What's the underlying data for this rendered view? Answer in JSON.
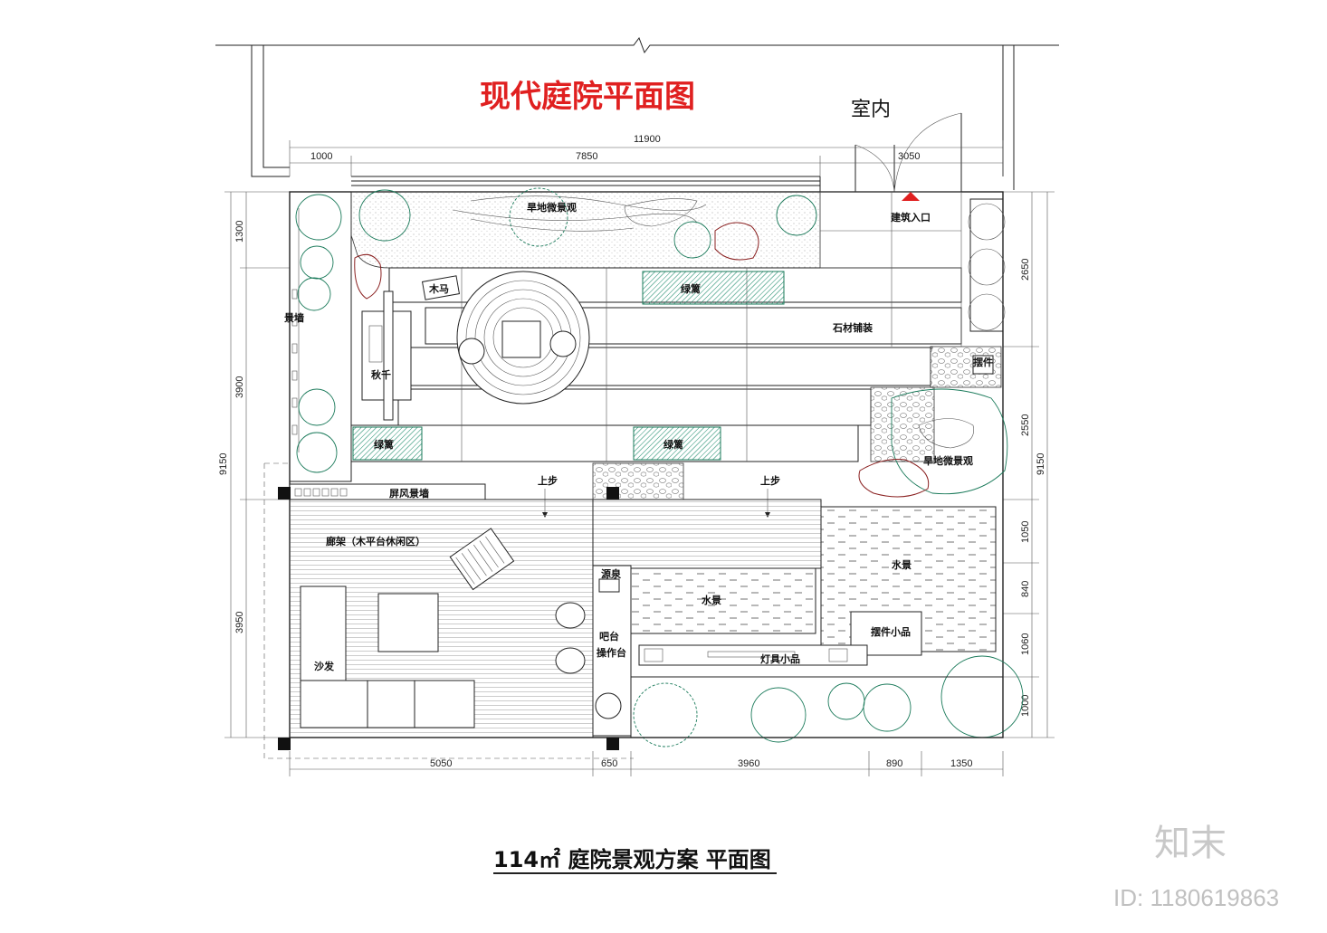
{
  "title": "现代庭院平面图",
  "indoor_label": "室内",
  "main_title": "114㎡ 庭院景观方案 平面图",
  "watermark": {
    "brand": "知末",
    "id": "ID: 1180619863"
  },
  "dims_top": {
    "total": "11900",
    "d1": "1000",
    "d2": "7850",
    "d3": "3050"
  },
  "dims_bottom": {
    "d1": "5050",
    "d2": "650",
    "d3": "3960",
    "d4": "890",
    "d5": "1350"
  },
  "dims_left": {
    "total": "9150",
    "d1": "1300",
    "d2": "3900",
    "d3": "3950"
  },
  "dims_right": {
    "total": "9150",
    "d1": "2650",
    "d2": "2550",
    "d3": "1050",
    "d4": "840",
    "d5": "1060",
    "d6": "1000"
  },
  "labels": {
    "entrance": "建筑入口",
    "dry_landscape_top": "旱地微景观",
    "wooden_horse": "木马",
    "green_hatch_1": "绿篱",
    "green_hatch_2": "绿篱",
    "green_hatch_3": "绿篱",
    "stone_paving": "石材铺装",
    "ornament": "摆件",
    "dry_landscape_right": "旱地微景观",
    "feature_wall": "景墙",
    "swing": "秋千",
    "screen_wall": "屏风景墙",
    "step_up_1": "上步",
    "step_up_2": "上步",
    "pergola": "廊架（木平台休闲区）",
    "water_feature_1": "水景",
    "water_feature_2": "水景",
    "water_source": "源泉",
    "sofa": "沙发",
    "bar": "吧台",
    "operation_table": "操作台",
    "lamp_ornament": "灯具小品",
    "ornament_small": "摆件小品"
  }
}
